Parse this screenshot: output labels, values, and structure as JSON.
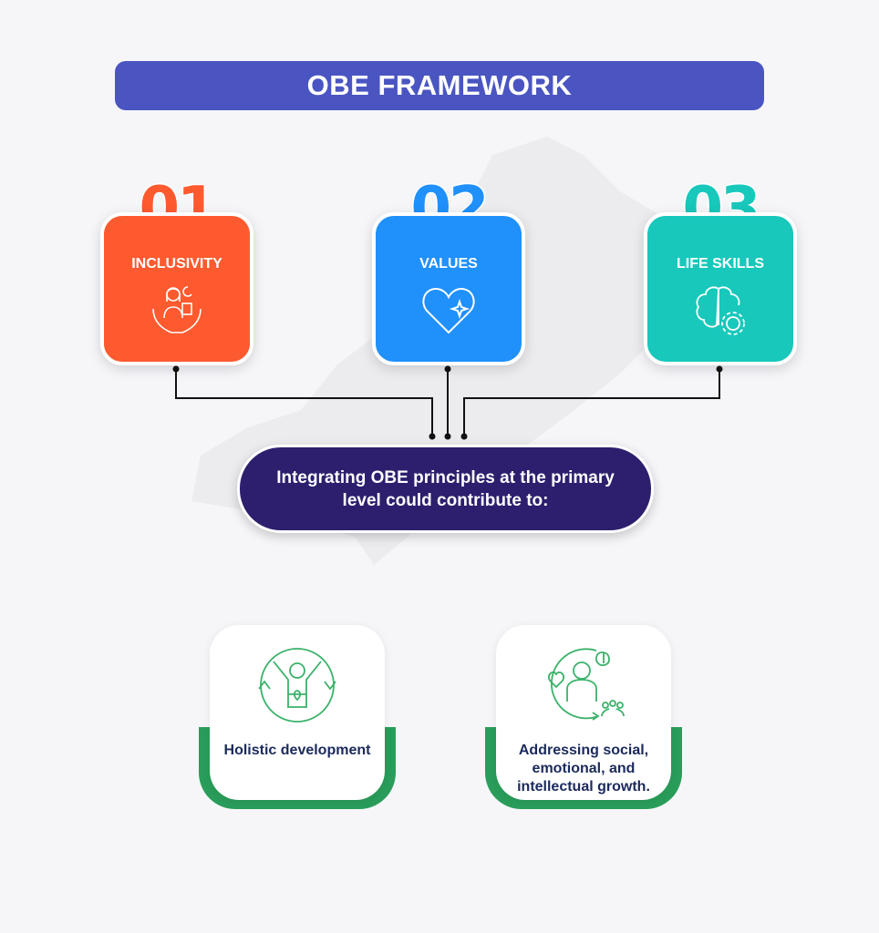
{
  "title": "OBE FRAMEWORK",
  "pillars": [
    {
      "number": "01",
      "label": "INCLUSIVITY",
      "icon": "inclusivity-hands-icon",
      "color": "#fe5a2f"
    },
    {
      "number": "02",
      "label": "VALUES",
      "icon": "heart-sparkle-icon",
      "color": "#2090fb"
    },
    {
      "number": "03",
      "label": "LIFE SKILLS",
      "icon": "brain-gear-icon",
      "color": "#17c8bb"
    }
  ],
  "center_text": "Integrating OBE principles at the primary level could contribute to:",
  "outcomes": [
    {
      "label": "Holistic development",
      "icon": "holistic-person-cycle-icon"
    },
    {
      "label": "Addressing social, emotional, and intellectual growth.",
      "icon": "person-growth-cycle-icon"
    }
  ],
  "colors": {
    "title_bg": "#4a55c2",
    "pill_bg": "#2d1f6e",
    "green": "#2a9d5a",
    "text": "#1b2a5c"
  }
}
